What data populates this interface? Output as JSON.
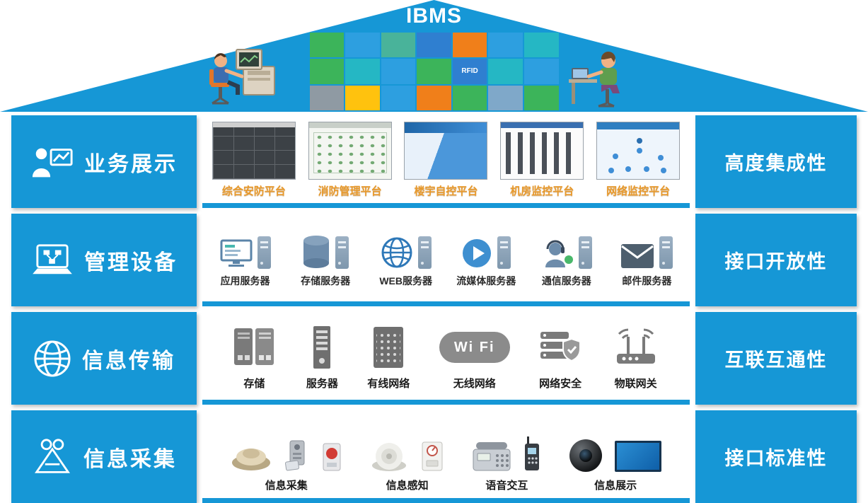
{
  "colors": {
    "primary_blue": "#1697d6",
    "platform_label_orange": "#e8992b"
  },
  "header": {
    "title": "IBMS",
    "tiles": [
      {
        "color": "#3cb45a"
      },
      {
        "color": "#2d9fe0"
      },
      {
        "color": "#49b39a"
      },
      {
        "color": "#2f7fd0"
      },
      {
        "color": "#f07f1a"
      },
      {
        "color": "#2d9fe0"
      },
      {
        "color": "#25b7c4"
      },
      {
        "color": "#3cb45a"
      },
      {
        "color": "#25b7c4"
      },
      {
        "color": "#2d9fe0"
      },
      {
        "color": "#3cb45a"
      },
      {
        "color": "#2f7fd0",
        "label": "RFID"
      },
      {
        "color": "#25b7c4"
      },
      {
        "color": "#2d9fe0"
      },
      {
        "color": "#8f9aa3"
      },
      {
        "color": "#ffc20e"
      },
      {
        "color": "#2d9fe0"
      },
      {
        "color": "#f07f1a"
      },
      {
        "color": "#3cb45a"
      },
      {
        "color": "#7fa8c9"
      },
      {
        "color": "#3cb45a"
      }
    ]
  },
  "rows": [
    {
      "left": {
        "label": "业务展示",
        "icon": "presenter-chart-icon"
      },
      "right": {
        "label": "高度集成性"
      },
      "platforms": [
        {
          "label": "综合安防平台",
          "icon": "video-wall-screenshot"
        },
        {
          "label": "消防管理平台",
          "icon": "fire-management-screenshot"
        },
        {
          "label": "楼宇自控平台",
          "icon": "building-automation-screenshot"
        },
        {
          "label": "机房监控平台",
          "icon": "server-room-monitor-screenshot"
        },
        {
          "label": "网络监控平台",
          "icon": "network-monitor-screenshot"
        }
      ]
    },
    {
      "left": {
        "label": "管理设备",
        "icon": "laptop-flowchart-icon"
      },
      "right": {
        "label": "接口开放性"
      },
      "servers": [
        {
          "label": "应用服务器",
          "icon": "app-server-icon"
        },
        {
          "label": "存储服务器",
          "icon": "storage-server-icon"
        },
        {
          "label": "WEB服务器",
          "icon": "web-server-icon"
        },
        {
          "label": "流媒体服务器",
          "icon": "media-server-icon"
        },
        {
          "label": "通信服务器",
          "icon": "comm-server-icon"
        },
        {
          "label": "邮件服务器",
          "icon": "mail-server-icon"
        }
      ]
    },
    {
      "left": {
        "label": "信息传输",
        "icon": "globe-icon"
      },
      "right": {
        "label": "互联互通性"
      },
      "network": [
        {
          "label": "存储",
          "icon": "storage-cabinets-icon"
        },
        {
          "label": "服务器",
          "icon": "server-tower-icon"
        },
        {
          "label": "有线网络",
          "icon": "wired-network-icon"
        },
        {
          "label": "无线网络",
          "icon": "wifi-icon",
          "wifi_text": "Wi Fi"
        },
        {
          "label": "网络安全",
          "icon": "network-security-icon"
        },
        {
          "label": "物联网关",
          "icon": "iot-gateway-icon"
        }
      ]
    },
    {
      "left": {
        "label": "信息采集",
        "icon": "pyramid-scope-icon"
      },
      "right": {
        "label": "接口标准性"
      },
      "groups": [
        {
          "label": "信息采集",
          "devices": [
            "smoke-detector-icon",
            "access-reader-icon",
            "alarm-button-icon"
          ]
        },
        {
          "label": "信息感知",
          "devices": [
            "dome-detector-icon",
            "thermostat-icon"
          ]
        },
        {
          "label": "语音交互",
          "devices": [
            "telephone-icon",
            "walkie-talkie-icon"
          ]
        },
        {
          "label": "信息展示",
          "devices": [
            "ball-camera-icon",
            "display-screen-icon"
          ]
        }
      ]
    }
  ]
}
